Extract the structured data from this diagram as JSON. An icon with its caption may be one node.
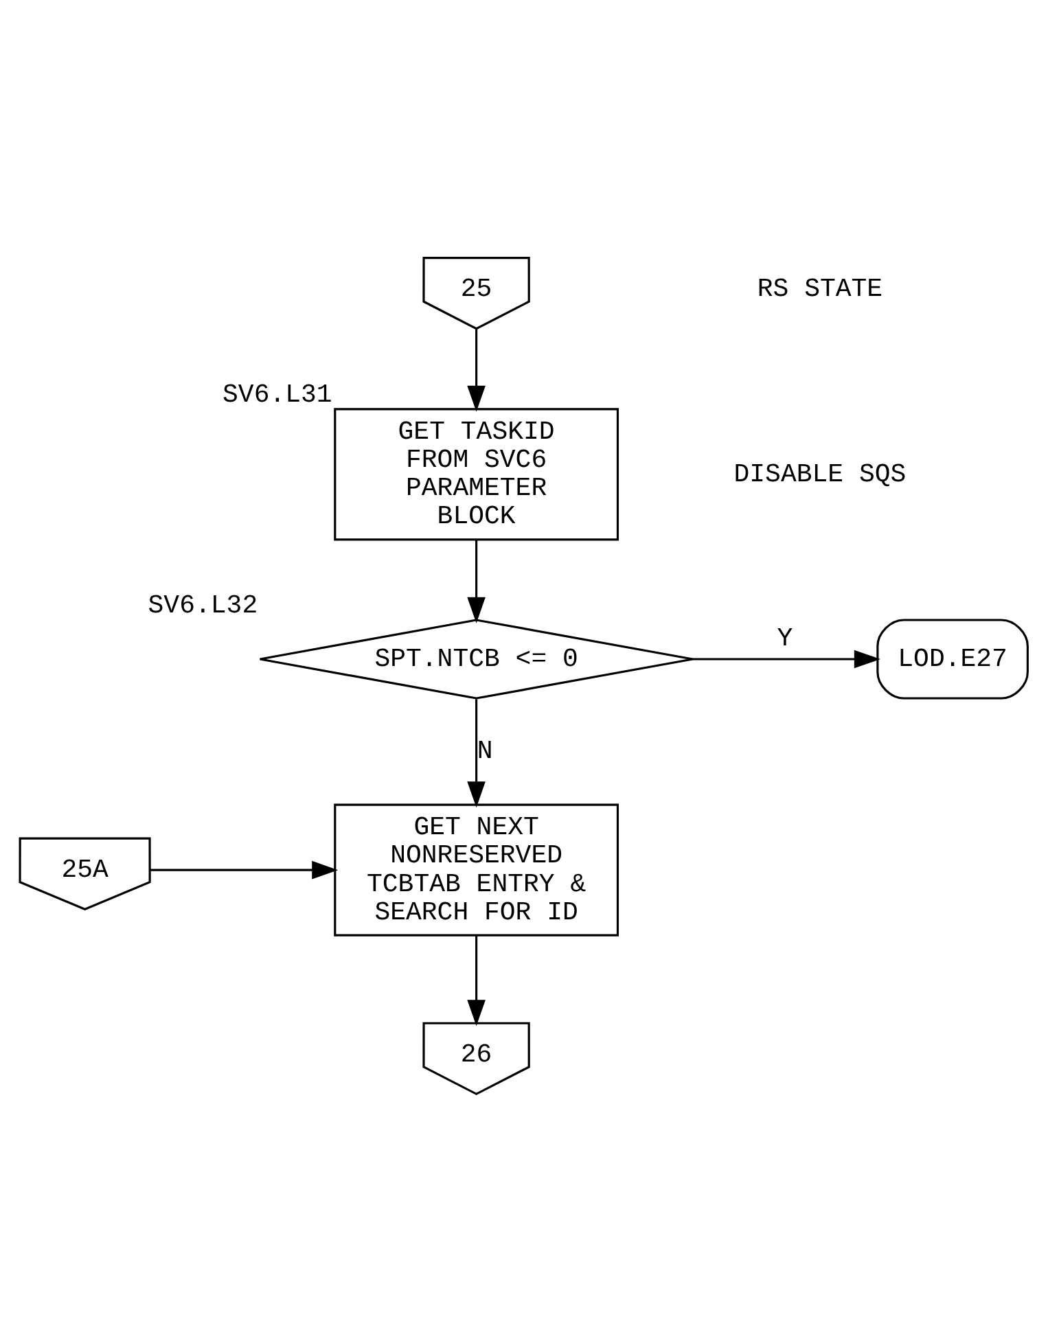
{
  "diagram": {
    "nodes": [
      {
        "text": [
          "25"
        ]
      },
      {
        "text": [
          "GET TASKID FROM SVC6 PARAMETER BLOCK"
        ],
        "beside": [
          "SV6.L31"
        ]
      },
      {
        "text": [
          "SPT.NTCB <= 0"
        ],
        "beside": [
          "SV6.L32"
        ]
      },
      {
        "text": [
          "LOD.E27"
        ]
      },
      {
        "text": [
          "25A"
        ]
      },
      {
        "text": [
          "GET NEXT NONRESERVED TCBTAB ENTRY & SEARCH FOR ID"
        ]
      },
      {
        "text": [
          "26"
        ]
      }
    ],
    "edges": [
      {
        "from": 0,
        "to": 1,
        "arrow": "to"
      },
      {
        "from": 1,
        "to": 2,
        "arrow": "to"
      },
      {
        "from": 2,
        "to": 3,
        "arrow": "to",
        "label": "Y"
      },
      {
        "from": 2,
        "to": 5,
        "arrow": "to",
        "label": "N"
      },
      {
        "from": 4,
        "to": 5,
        "arrow": "to"
      },
      {
        "from": 5,
        "to": 6,
        "arrow": "to"
      }
    ],
    "labels": [
      "RS STATE",
      "DISABLE SQS"
    ]
  }
}
